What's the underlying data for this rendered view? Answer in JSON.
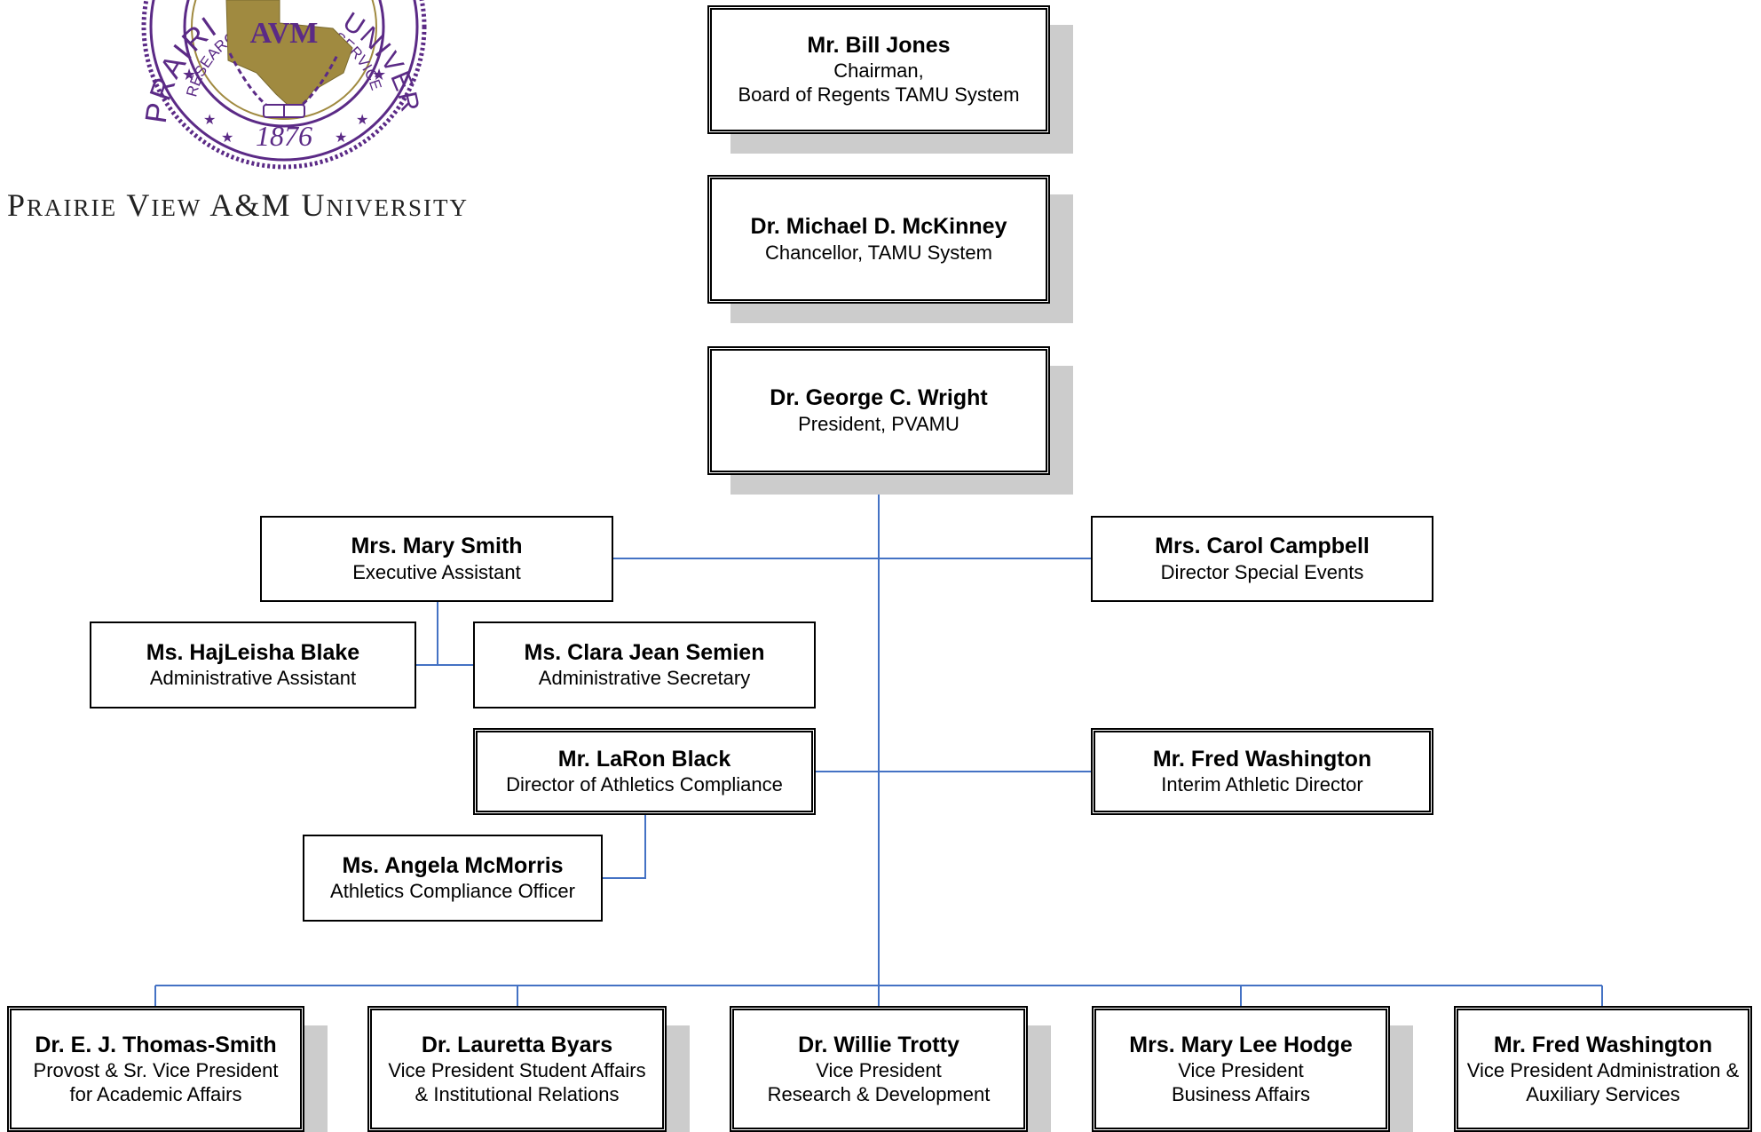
{
  "logo": {
    "seal_text_left": "PRAIRIE",
    "seal_text_right": "UNIVERSITY",
    "seal_inner_left": "RESEARCH",
    "seal_inner_right": "SERVICE",
    "seal_monogram": "AVM",
    "seal_year": "1876",
    "university_name": "Prairie View A&M University"
  },
  "colors": {
    "connector": "#4472c4",
    "shadow": "#cccccc",
    "seal_purple": "#5b2a86",
    "seal_gold": "#a08a40"
  },
  "nodes": {
    "chairman": {
      "name": "Mr. Bill Jones",
      "title_1": "Chairman,",
      "title_2": "Board of Regents TAMU System"
    },
    "chancellor": {
      "name": "Dr. Michael D. McKinney",
      "title_1": "Chancellor, TAMU System"
    },
    "president": {
      "name": "Dr. George C. Wright",
      "title_1": "President, PVAMU"
    },
    "exec_assistant": {
      "name": "Mrs. Mary Smith",
      "title_1": "Executive Assistant"
    },
    "special_events": {
      "name": "Mrs. Carol Campbell",
      "title_1": "Director Special Events"
    },
    "admin_assistant": {
      "name": "Ms. HajLeisha Blake",
      "title_1": "Administrative Assistant"
    },
    "admin_secretary": {
      "name": "Ms. Clara Jean Semien",
      "title_1": "Administrative Secretary"
    },
    "athletics_compliance": {
      "name": "Mr. LaRon Black",
      "title_1": "Director of Athletics Compliance"
    },
    "athletic_director": {
      "name": "Mr. Fred Washington",
      "title_1": "Interim Athletic Director"
    },
    "compliance_officer": {
      "name": "Ms. Angela McMorris",
      "title_1": "Athletics Compliance Officer"
    },
    "provost": {
      "name": "Dr. E. J. Thomas-Smith",
      "title_1": "Provost & Sr. Vice President",
      "title_2": "for Academic Affairs"
    },
    "vp_student_affairs": {
      "name": "Dr. Lauretta Byars",
      "title_1": "Vice President Student Affairs",
      "title_2": "& Institutional Relations"
    },
    "vp_research": {
      "name": "Dr. Willie Trotty",
      "title_1": "Vice President",
      "title_2": "Research & Development"
    },
    "vp_business": {
      "name": "Mrs. Mary Lee Hodge",
      "title_1": "Vice President",
      "title_2": "Business Affairs"
    },
    "vp_administration": {
      "name": "Mr. Fred Washington",
      "title_1": "Vice President Administration &",
      "title_2": "Auxiliary Services"
    }
  }
}
